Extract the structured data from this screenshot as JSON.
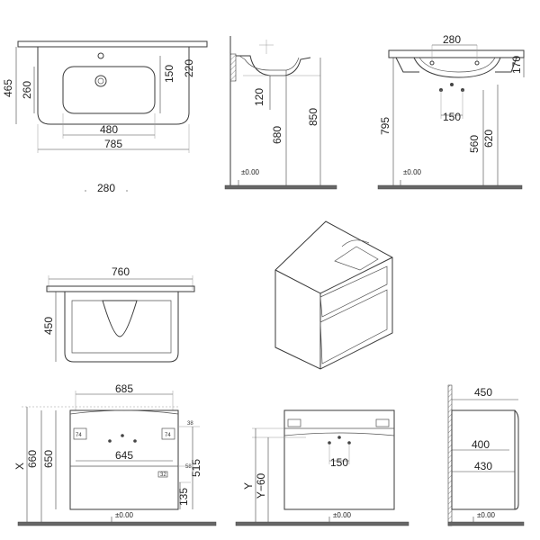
{
  "views": {
    "basin_top": {
      "dims": {
        "h_total": "465",
        "h_bowl": "260",
        "h_tap": "150",
        "h_depth": "220",
        "w_bowl": "480",
        "w_total": "785",
        "w_bottom": "280"
      }
    },
    "basin_section": {
      "dims": {
        "d_120": "120",
        "d_680": "680",
        "d_850": "850"
      },
      "floor": "±0.00"
    },
    "basin_front": {
      "dims": {
        "w_280": "280",
        "d_170": "170",
        "d_795": "795",
        "d_150": "150",
        "d_560": "560",
        "d_620": "620"
      },
      "floor": "±0.00"
    },
    "cabinet_plan": {
      "dims": {
        "w_760": "760",
        "d_450": "450"
      }
    },
    "cabinet_front": {
      "dims": {
        "w_685": "685",
        "w_645": "645",
        "h_660": "660",
        "h_650": "650",
        "x": "X",
        "d_38": "38",
        "d_74a": "74",
        "d_74b": "74",
        "d_58": "58",
        "d_32": "32",
        "d_515": "515",
        "d_135": "135"
      },
      "floor": "±0.00"
    },
    "cabinet_rear": {
      "dims": {
        "y": "Y",
        "y60": "Y−60",
        "d_150": "150"
      },
      "floor": "±0.00"
    },
    "cabinet_side": {
      "dims": {
        "d_450": "450",
        "d_400": "400",
        "d_430": "430"
      },
      "floor": "±0.00"
    }
  },
  "colors": {
    "line": "#3a3a3a",
    "floor": "#666666"
  }
}
